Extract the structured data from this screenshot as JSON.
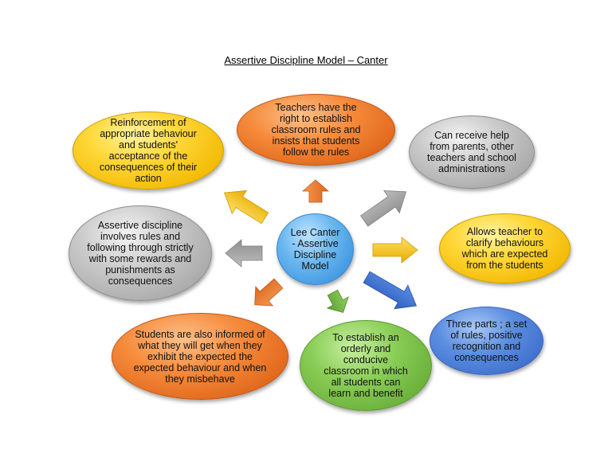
{
  "diagram": {
    "title": "Assertive Discipline Model – Canter",
    "center": {
      "label": "Lee Canter - Assertive Discipline Model",
      "color": "#4aa0e6"
    },
    "nodes": {
      "reinforcement": {
        "text": "Reinforcement of appropriate behaviour and students' acceptance of the consequences of their action",
        "color": "#f5c518"
      },
      "teachers_right": {
        "text": "Teachers have the right to establish classroom rules and insists that students follow the rules",
        "color": "#f0812e"
      },
      "receive_help": {
        "text": "Can receive help from parents, other teachers and school administrations",
        "color": "#b8b8b8"
      },
      "clarify": {
        "text": "Allows teacher to clarify behaviours which are expected from the students",
        "color": "#f5c518"
      },
      "three_parts": {
        "text": "Three parts ; a set of rules, positive recognition and consequences",
        "color": "#4a7ed8"
      },
      "orderly": {
        "text": "To establish an orderly and conducive classroom in which all students can learn and benefit",
        "color": "#7cbf4a"
      },
      "informed": {
        "text": "Students are also informed of what they will get when they exhibit the expected the expected behaviour and when they misbehave",
        "color": "#f0812e"
      },
      "assertive": {
        "text": "Assertive discipline involves rules and following through strictly with some rewards and punishments as consequences",
        "color": "#b8b8b8"
      }
    },
    "arrows": {
      "up_left": {
        "color": "#f5c518"
      },
      "up": {
        "color": "#f0812e"
      },
      "up_right": {
        "color": "#a8a8a8"
      },
      "right": {
        "color": "#f5c518"
      },
      "down_right": {
        "color": "#3f6fcf"
      },
      "down": {
        "color": "#6aaf3a"
      },
      "down_left": {
        "color": "#f0812e"
      },
      "left": {
        "color": "#a8a8a8"
      }
    }
  }
}
